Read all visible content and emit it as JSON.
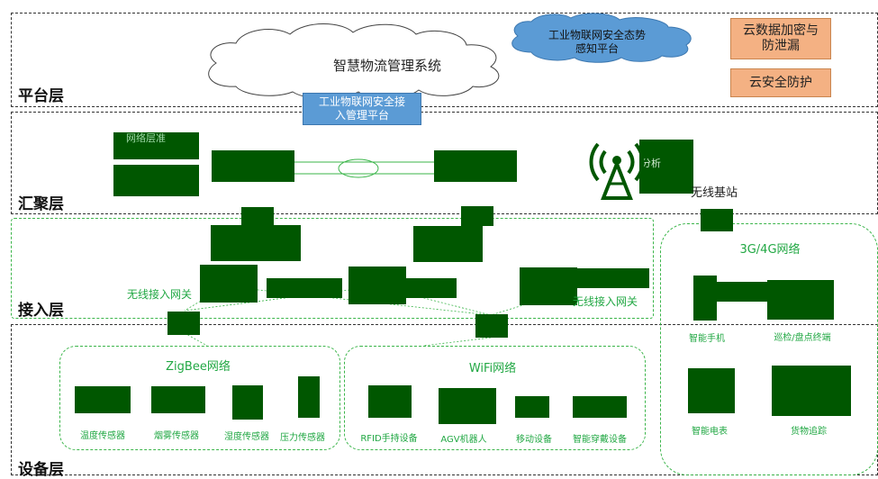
{
  "layers": {
    "platform": "平台层",
    "aggregation": "汇聚层",
    "access": "接入层",
    "device": "设备层"
  },
  "cloud_main": "智慧物流管理系统",
  "cloud_security": {
    "line1": "工业物联网安全态势",
    "line2": "感知平台"
  },
  "access_mgmt": {
    "line1": "工业物联网安全接",
    "line2": "入管理平台"
  },
  "cloud_encryption": {
    "line1": "云数据加密与",
    "line2": "防泄漏"
  },
  "cloud_protection": "云安全防护",
  "aggregation_frags": {
    "left_top": "网络层准",
    "analysis": "分析"
  },
  "base_station": "无线基站",
  "wireless_gw_left": "无线接入网关",
  "wireless_gw_right": "无线接入网关",
  "zigbee": {
    "title": "ZigBee网络",
    "devices": [
      "温度传感器",
      "烟雾传感器",
      "湿度传感器",
      "压力传感器"
    ]
  },
  "wifi": {
    "title": "WiFi网络",
    "devices": [
      "RFID手持设备",
      "AGV机器人",
      "移动设备",
      "智能穿戴设备"
    ]
  },
  "cellular": {
    "title": "3G/4G网络",
    "devices": [
      "智能手机",
      "巡检/盘点终端",
      "智能电表",
      "货物追踪"
    ]
  },
  "colors": {
    "green_block": "#005700",
    "green_text": "#22a844",
    "orange": "#f4b183",
    "blue": "#5b9bd5"
  }
}
